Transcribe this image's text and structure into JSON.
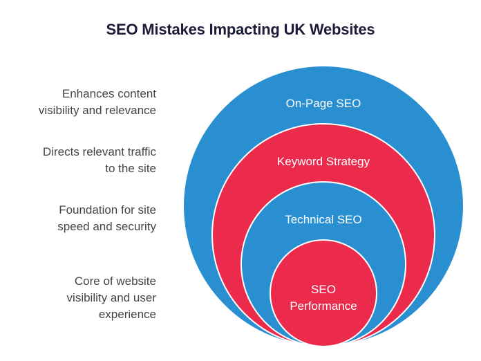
{
  "title": "SEO Mistakes Impacting UK Websites",
  "colors": {
    "blue": "#2A8FD0",
    "red": "#EB2A4C",
    "divider": "#ffffff",
    "title": "#1c1c3a",
    "text": "#444444"
  },
  "layers": [
    {
      "label_lines": [
        "On-Page SEO"
      ],
      "color": "blue",
      "description_lines": [
        "Enhances content",
        "visibility and relevance"
      ]
    },
    {
      "label_lines": [
        "Keyword Strategy"
      ],
      "color": "red",
      "description_lines": [
        "Directs relevant traffic",
        "to the site"
      ]
    },
    {
      "label_lines": [
        "Technical SEO"
      ],
      "color": "blue",
      "description_lines": [
        "Foundation for site",
        "speed and security"
      ]
    },
    {
      "label_lines": [
        "SEO",
        "Performance"
      ],
      "color": "red",
      "description_lines": [
        "Core of website",
        "visibility and user",
        "experience"
      ]
    }
  ]
}
